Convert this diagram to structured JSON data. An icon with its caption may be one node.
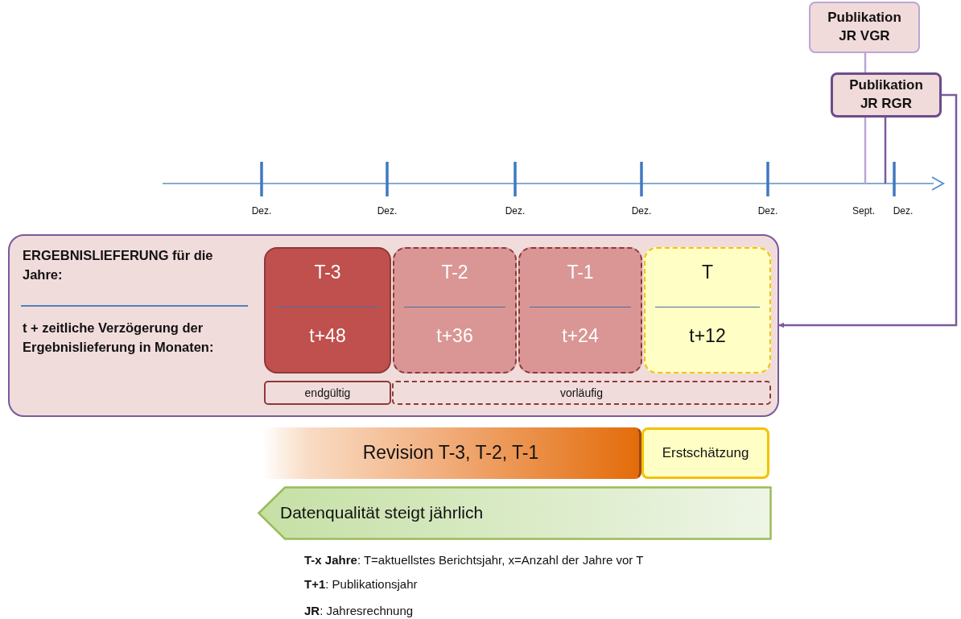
{
  "diagram": {
    "nodes": [
      {
        "text": [
          "Publikation JR VGR"
        ]
      },
      {
        "text": [
          "Publikation JR RGR"
        ]
      },
      {
        "text": [
          "ERGEBNISLIEFERUNG für die Jahre:",
          "t + zeitliche Verzögerung der Ergebnislieferung in Monaten:"
        ]
      },
      {
        "text": [
          "T-3",
          "t+48"
        ],
        "in": 2
      },
      {
        "text": [
          "T-2",
          "t+36"
        ],
        "in": 2
      },
      {
        "text": [
          "T-1",
          "t+24"
        ],
        "in": 2
      },
      {
        "text": [
          "T",
          "t+12"
        ],
        "in": 2
      },
      {
        "text": [
          "endgültig"
        ],
        "in": 2
      },
      {
        "text": [
          "vorläufig"
        ],
        "in": 2
      },
      {
        "text": [
          "Revision T-3, T-2, T-1"
        ]
      },
      {
        "text": [
          "Erstschätzung"
        ]
      },
      {
        "text": [
          "Datenqualität steigt jährlich"
        ]
      }
    ],
    "edges": [
      {
        "from": 0,
        "to": null,
        "arrow": "none",
        "color": "#b9a6d3"
      },
      {
        "from": 1,
        "to": null,
        "arrow": "none"
      },
      {
        "from": 1,
        "to": 2,
        "arrow": "to"
      }
    ],
    "labels": [
      "Dez.",
      "Dez.",
      "Dez.",
      "Dez.",
      "Dez.",
      "Sept.",
      "Dez.",
      "**T-x Jahre**: T=aktuellstes Berichtsjahr, x=Anzahl der Jahre vor T",
      "**T+1**: Publikationsjahr",
      "**JR**: Jahresrechnung"
    ]
  }
}
